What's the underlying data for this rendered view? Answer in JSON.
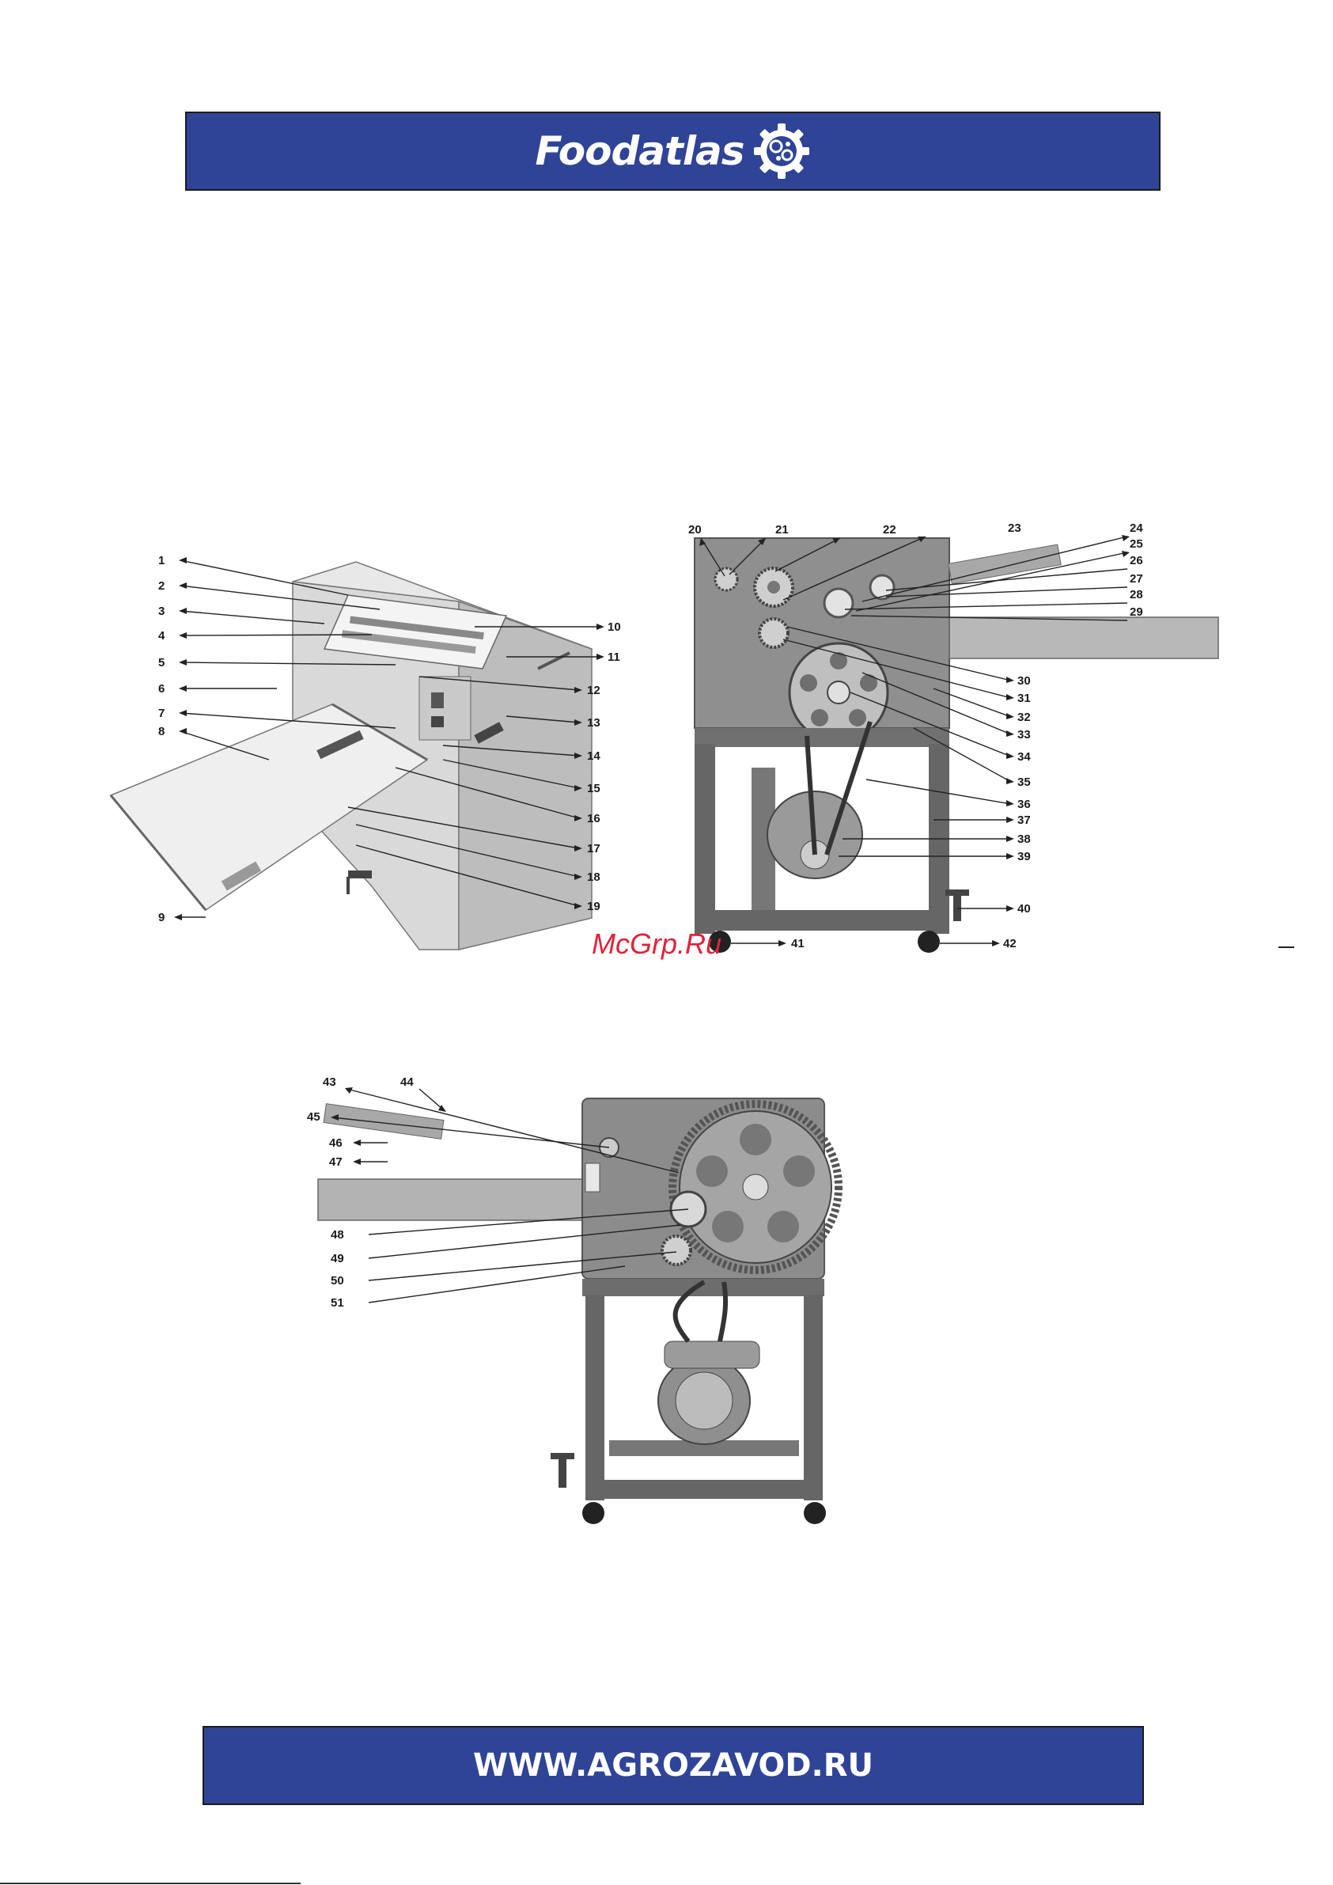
{
  "header": {
    "logo_text": "Foodatlas"
  },
  "footer": {
    "url": "WWW.AGROZAVOD.RU"
  },
  "watermark": "McGrp.Ru",
  "colors": {
    "banner": "#2f4497",
    "watermark": "#e0233a"
  },
  "figure1": {
    "labels": [
      "1",
      "2",
      "3",
      "4",
      "5",
      "6",
      "7",
      "8",
      "9",
      "10",
      "11",
      "12",
      "13",
      "14",
      "15",
      "16",
      "17",
      "18",
      "19"
    ]
  },
  "figure2": {
    "labels": [
      "20",
      "21",
      "22",
      "23",
      "24",
      "25",
      "26",
      "27",
      "28",
      "29",
      "30",
      "31",
      "32",
      "33",
      "34",
      "35",
      "36",
      "37",
      "38",
      "39",
      "40",
      "41",
      "42"
    ]
  },
  "figure3": {
    "labels": [
      "43",
      "44",
      "45",
      "46",
      "47",
      "48",
      "49",
      "50",
      "51"
    ]
  }
}
